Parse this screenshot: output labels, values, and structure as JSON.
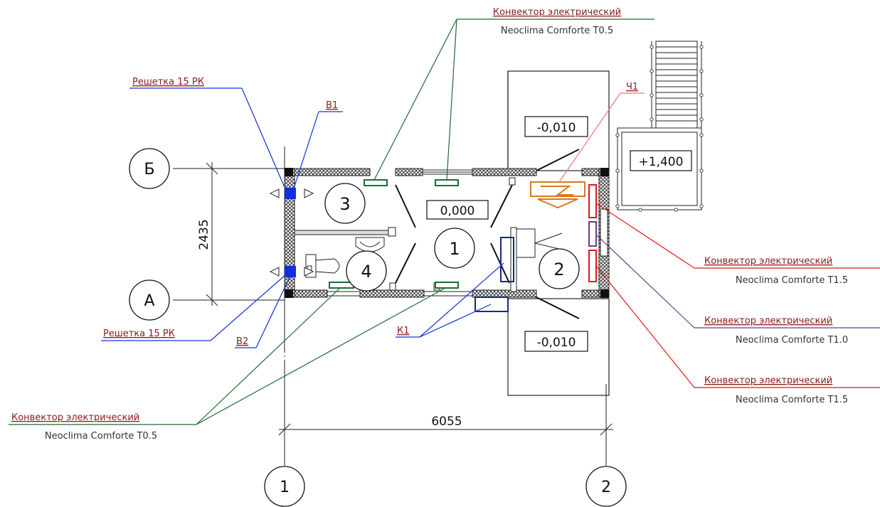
{
  "axes": {
    "b": "Б",
    "a": "А",
    "one": "1",
    "two": "2"
  },
  "dimensions": {
    "vertical": "2435",
    "horizontal": "6055"
  },
  "rooms": [
    "1",
    "2",
    "3",
    "4"
  ],
  "levels": {
    "floor": "0,000",
    "porch_top": "-0,010",
    "porch_bottom": "-0,010",
    "stair": "+1,400"
  },
  "labels": {
    "top_convector_line1": "Конвектор электрический",
    "top_convector_line2": "Neoclima Comforte T0.5",
    "grille_top": "Решетка 15 РК",
    "b1": "В1",
    "ch1": "Ч1",
    "right1_line1": "Конвектор электрический",
    "right1_line2": "Neoclima Comforte T1.5",
    "right2_line1": "Конвектор электрический",
    "right2_line2": "Neoclima Comforte T1.0",
    "right3_line1": "Конвектор электрический",
    "right3_line2": "Neoclima Comforte T1.5",
    "grille_bottom": "Решетка 15 РК",
    "b2": "В2",
    "k1": "К1",
    "bottom_convector_line1": "Конвектор электрический",
    "bottom_convector_line2": "Neoclima Comforte T0.5"
  },
  "colors": {
    "label_text": "#8b1a1a",
    "blue_leader": "#1030e0",
    "green_leader": "#1e6b32",
    "red_leader": "#e01818",
    "purple_leader": "#6b3a8a",
    "orange_equipment": "#d9781a",
    "pink_leader": "#e87878",
    "navy_equipment": "#1a2a7a"
  }
}
